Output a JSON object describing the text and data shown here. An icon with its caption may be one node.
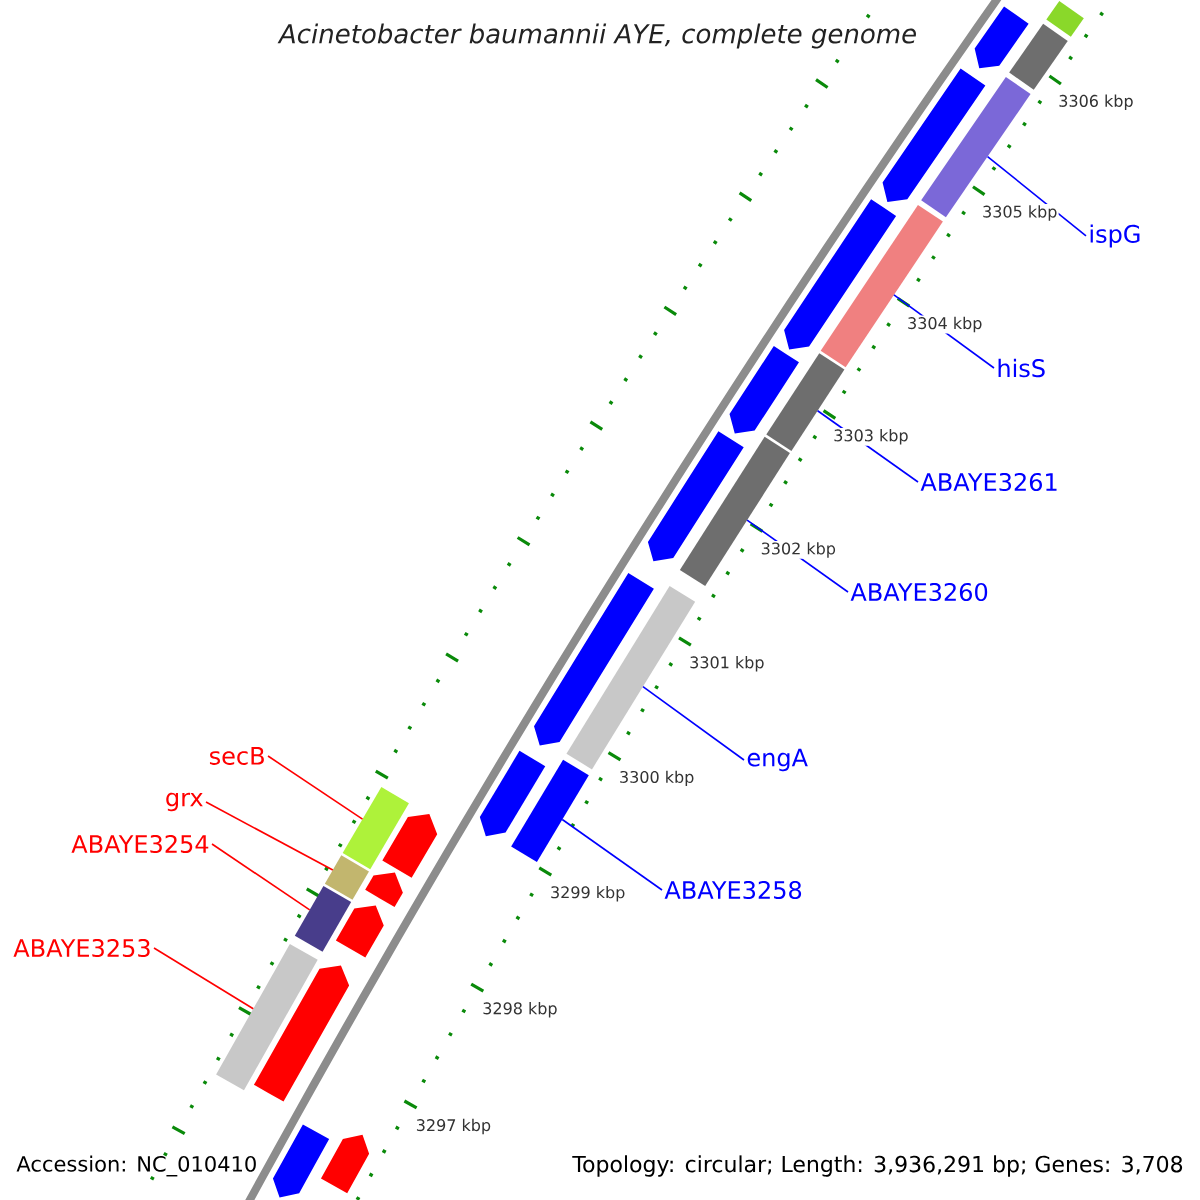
{
  "diagram": {
    "title": "Acinetobacter baumannii AYE, complete genome",
    "nodes": [
      {
        "text": [
          "ispG"
        ]
      },
      {
        "text": [
          "hisS"
        ]
      },
      {
        "text": [
          "ABAYE3261"
        ]
      },
      {
        "text": [
          "ABAYE3260"
        ]
      },
      {
        "text": [
          "secB"
        ]
      },
      {
        "text": [
          "engA"
        ]
      },
      {
        "text": [
          "grx"
        ]
      },
      {
        "text": [
          "ABAYE3254"
        ]
      },
      {
        "text": [
          "ABAYE3258"
        ]
      },
      {
        "text": [
          "ABAYE3253"
        ]
      },
      {
        "text": [],
        "shape": "bar"
      },
      {
        "text": [],
        "shape": "bar"
      },
      {
        "text": [],
        "shape": "bar"
      },
      {
        "text": [],
        "shape": "bar"
      },
      {
        "text": [],
        "shape": "bar"
      },
      {
        "text": [],
        "shape": "bar"
      },
      {
        "text": [],
        "shape": "bar"
      },
      {
        "text": [],
        "shape": "bar"
      },
      {
        "text": [],
        "shape": "bar"
      },
      {
        "text": [],
        "shape": "bar"
      },
      {
        "text": [],
        "shape": "bar"
      },
      {
        "text": [],
        "shape": "arrow"
      },
      {
        "text": [],
        "shape": "bar"
      },
      {
        "text": [],
        "shape": "arrow"
      },
      {
        "text": [],
        "shape": "arrow"
      },
      {
        "text": [],
        "shape": "arrow"
      },
      {
        "text": [],
        "shape": "arrow"
      },
      {
        "text": [],
        "shape": "arrow"
      },
      {
        "text": [],
        "shape": "arrow"
      },
      {
        "text": [],
        "shape": "arrow"
      },
      {
        "text": [],
        "shape": "arrow"
      },
      {
        "text": [],
        "shape": "arrow"
      },
      {
        "text": [],
        "shape": "arrow"
      },
      {
        "text": [],
        "shape": "arrow"
      },
      {
        "text": [],
        "shape": "arrow"
      }
    ],
    "edges": [
      {
        "from": 0,
        "to": 10,
        "arrow": "none"
      },
      {
        "from": 1,
        "to": 11,
        "arrow": "none"
      },
      {
        "from": 2,
        "to": 12,
        "arrow": "none"
      },
      {
        "from": 3,
        "to": 13,
        "arrow": "none"
      },
      {
        "from": 4,
        "to": 14,
        "arrow": "none",
        "color": "#ff0000"
      },
      {
        "from": 5,
        "to": 15,
        "arrow": "none"
      },
      {
        "from": 6,
        "to": 16,
        "arrow": "none",
        "color": "#ff0000"
      },
      {
        "from": 7,
        "to": 17,
        "arrow": "none",
        "color": "#ff0000"
      },
      {
        "from": 8,
        "to": 18,
        "arrow": "none"
      },
      {
        "from": 9,
        "to": 19,
        "arrow": "none",
        "color": "#ff0000"
      }
    ],
    "labels": [
      "3306 kbp",
      "3305 kbp",
      "3304 kbp",
      "3303 kbp",
      "3302 kbp",
      "3301 kbp",
      "3300 kbp",
      "3299 kbp",
      "3298 kbp",
      "3297 kbp",
      "Accession: NC_010410",
      "Topology: circular; Length: 3,936,291 bp; Genes: 3,708"
    ]
  }
}
